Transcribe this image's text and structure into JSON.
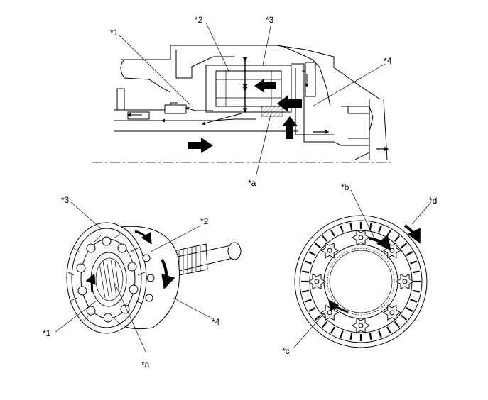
{
  "callouts": {
    "top": {
      "c1": "*1",
      "c2": "*2",
      "c3": "*3",
      "c4": "*4",
      "ca": "*a"
    },
    "left": {
      "c3": "*3",
      "c2": "*2",
      "c1": "*1",
      "c4": "*4",
      "ca": "*a"
    },
    "right": {
      "cb": "*b",
      "cd": "*d",
      "cc": "*c"
    }
  },
  "icons": [
    "flow-arrow-icon",
    "rotation-arrow-icon"
  ]
}
